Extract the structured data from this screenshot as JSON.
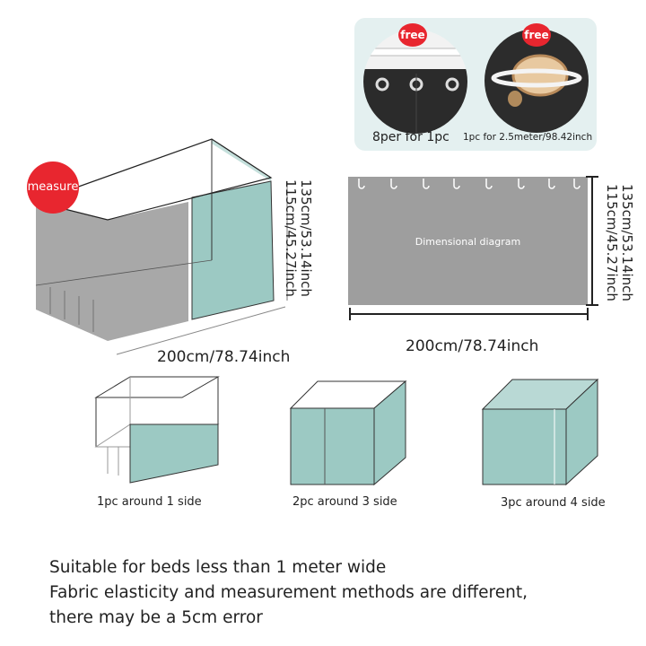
{
  "accessories": {
    "badge": "free",
    "hooks_caption": "8per for 1pc",
    "cord_caption": "1pc for 2.5meter/98.42inch"
  },
  "main_diagram": {
    "measure_badge": "measure",
    "height_line1": "135cm/53.14inch",
    "height_line2": "115cm/45.27inch",
    "width": "200cm/78.74inch"
  },
  "flat_diagram": {
    "label": "Dimensional diagram",
    "height_line1": "135cm/53.14inch",
    "height_line2": "115cm/45.27inch",
    "width": "200cm/78.74inch"
  },
  "configurations": [
    {
      "label": "1pc around 1 side"
    },
    {
      "label": "2pc around 3 side"
    },
    {
      "label": "3pc around  4 side"
    }
  ],
  "notes": [
    "Suitable for beds less than 1 meter wide",
    "Fabric elasticity and measurement methods are different,",
    "there may be a 5cm error"
  ],
  "colors": {
    "teal": "#9cc9c3",
    "gray": "#9e9e9e",
    "badge_red": "#e8262f",
    "panel_bg": "#e4f0f0"
  }
}
